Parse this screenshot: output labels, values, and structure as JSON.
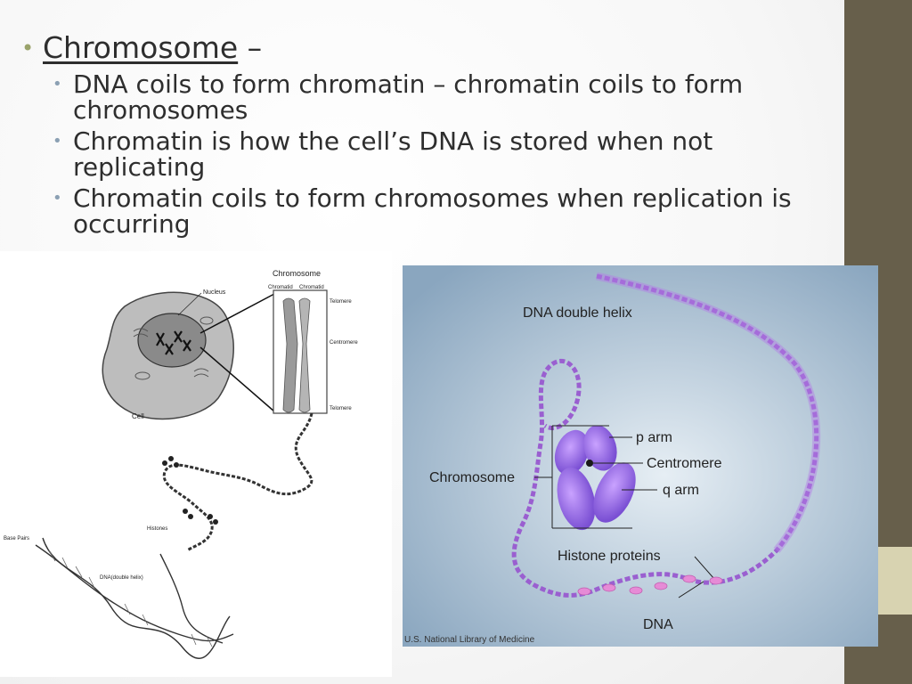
{
  "slide": {
    "heading": "Chromosome",
    "heading_suffix": " –",
    "bullets": [
      "DNA coils to form chromatin – chromatin coils to form chromosomes",
      "Chromatin is how the cell’s DNA is stored when not replicating",
      "Chromatin coils to form chromosomes when replication is occurring"
    ]
  },
  "left_diagram": {
    "labels": {
      "chromosome": "Chromosome",
      "chromatid_1": "Chromatid",
      "chromatid_2": "Chromatid",
      "nucleus": "Nucleus",
      "telomere_top": "Telomere",
      "centromere": "Centromere",
      "telomere_bottom": "Telomere",
      "cell": "Cell",
      "histones": "Histones",
      "base_pairs": "Base Pairs",
      "dna_double_helix": "DNA(double helix)"
    }
  },
  "right_image": {
    "labels": {
      "dna_double_helix": "DNA double helix",
      "p_arm": "p arm",
      "centromere": "Centromere",
      "chromosome": "Chromosome",
      "q_arm": "q arm",
      "histone_proteins": "Histone proteins",
      "dna": "DNA",
      "credit": "U.S. National Library of Medicine"
    }
  },
  "colors": {
    "sidebar": "#675f4b",
    "sidebar_accent": "#d8d3b1",
    "bullet_level1": "#9aa36b",
    "bullet_level2": "#8ba0b3",
    "text": "#2e2e2e",
    "dna_purple": "#9a5fd0",
    "histone_pink": "#e68bd6"
  }
}
